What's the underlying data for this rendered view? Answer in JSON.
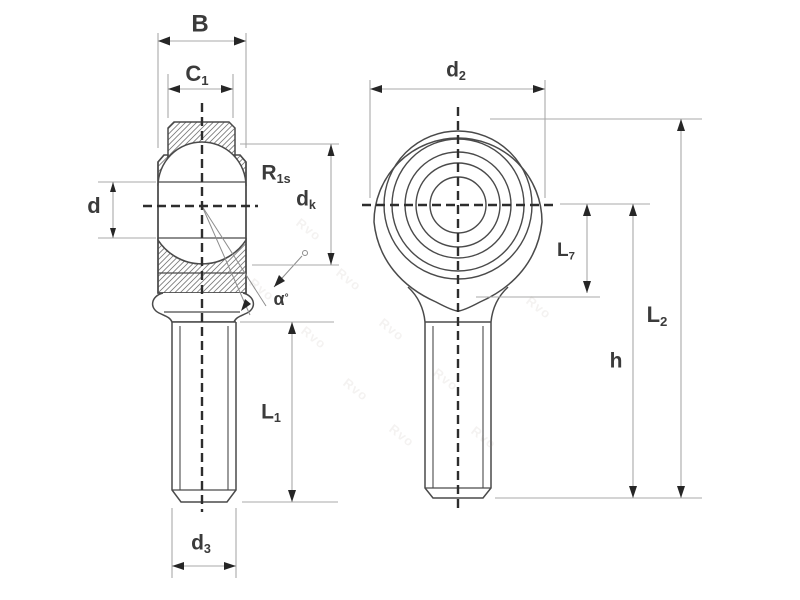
{
  "colors": {
    "outline": "#4a4a4a",
    "dimension_line": "#a8a8a8",
    "arrowhead": "#262626",
    "label_text": "#3b3b3b",
    "centerline": "#2d2d2d",
    "background": "#ffffff"
  },
  "watermark": {
    "text": "Rvo"
  },
  "left_view": {
    "dims": {
      "B": {
        "main": "B",
        "sub": ""
      },
      "C1": {
        "main": "C",
        "sub": "1"
      },
      "R1s": {
        "main": "R",
        "sub": "1s"
      },
      "d": {
        "main": "d",
        "sub": ""
      },
      "dk": {
        "main": "d",
        "sub": "k"
      },
      "alpha": {
        "main": "α",
        "sub": "",
        "sup": "°"
      },
      "L1": {
        "main": "L",
        "sub": "1"
      },
      "d3": {
        "main": "d",
        "sub": "3"
      }
    }
  },
  "right_view": {
    "dims": {
      "d2": {
        "main": "d",
        "sub": "2"
      },
      "L7": {
        "main": "L",
        "sub": "7"
      },
      "L2": {
        "main": "L",
        "sub": "2"
      },
      "h": {
        "main": "h",
        "sub": ""
      }
    }
  }
}
